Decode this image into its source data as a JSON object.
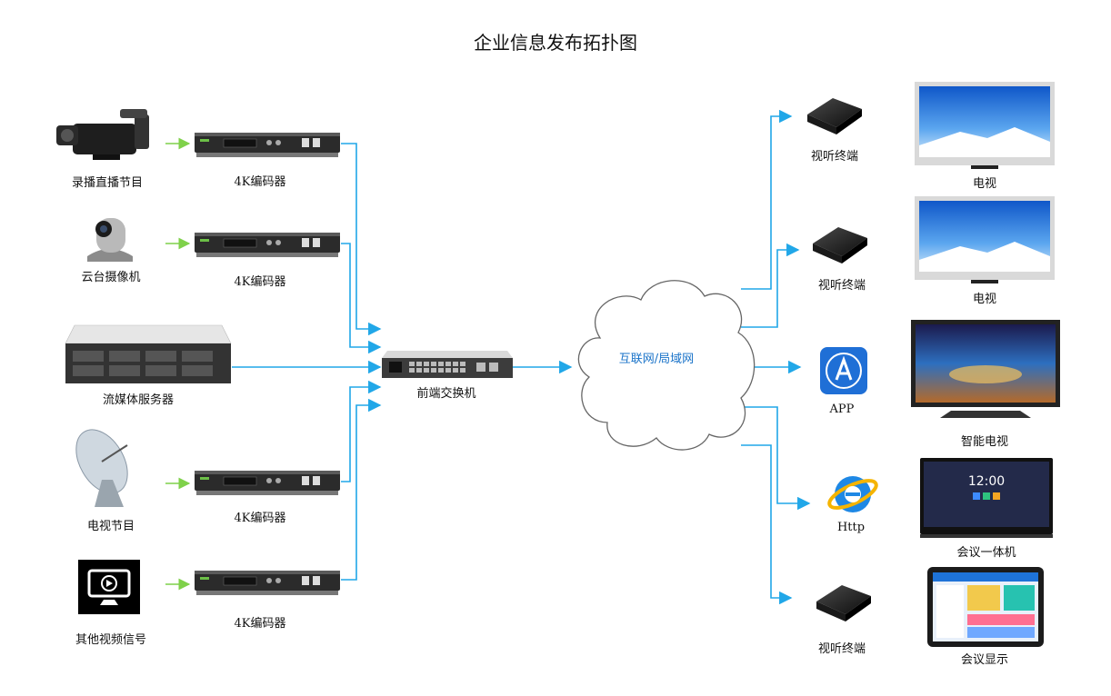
{
  "title": "企业信息发布拓扑图",
  "sources": [
    {
      "label": "录播直播节目",
      "icon": "video-camera-icon"
    },
    {
      "label": "云台摄像机",
      "icon": "ptz-camera-icon"
    },
    {
      "label": "流媒体服务器",
      "icon": "rack-server-icon"
    },
    {
      "label": "电视节目",
      "icon": "satellite-dish-icon"
    },
    {
      "label": "其他视频信号",
      "icon": "video-signal-icon"
    }
  ],
  "encoders": [
    {
      "label": "4K编码器"
    },
    {
      "label": "4K编码器"
    },
    {
      "label": "4K编码器"
    },
    {
      "label": "4K编码器"
    }
  ],
  "switch": {
    "label": "前端交换机",
    "icon": "network-switch-icon"
  },
  "cloud": {
    "label": "互联网/局域网",
    "icon": "cloud-icon"
  },
  "endpoints": [
    {
      "label": "视听终端",
      "icon": "set-top-box-icon"
    },
    {
      "label": "视听终端",
      "icon": "set-top-box-icon"
    },
    {
      "label": "APP",
      "icon": "app-store-icon"
    },
    {
      "label": "Http",
      "icon": "internet-explorer-icon"
    },
    {
      "label": "视听终端",
      "icon": "set-top-box-icon"
    }
  ],
  "displays": [
    {
      "label": "电视",
      "icon": "tv-icon"
    },
    {
      "label": "电视",
      "icon": "tv-icon"
    },
    {
      "label": "智能电视",
      "icon": "smart-tv-icon"
    },
    {
      "label": "会议一体机",
      "icon": "meeting-panel-icon",
      "screen_time": "12:00"
    },
    {
      "label": "会议显示",
      "icon": "tablet-display-icon"
    }
  ],
  "colors": {
    "link": "#21a7e8",
    "input_arrow": "#7fd14a",
    "cloud_text": "#1a73c9"
  }
}
